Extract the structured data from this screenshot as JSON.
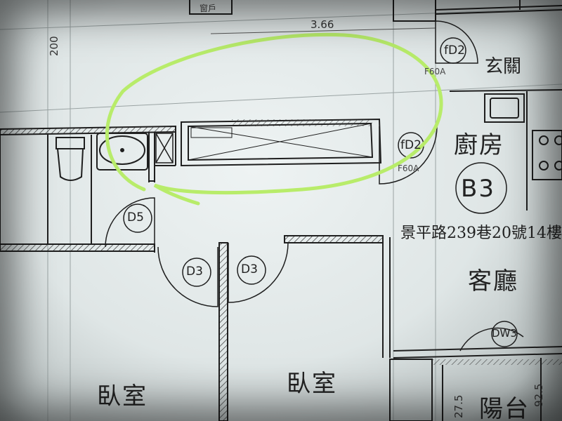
{
  "plan": {
    "dimension_top": "3.66",
    "dimension_left": "200",
    "dimension_bottom_a": "27.5",
    "dimension_bottom_b": "92.5",
    "top_cut_label": "窗戶",
    "door_tags": {
      "fd2_top": "fD2",
      "f60a_top": "F60A",
      "fd2_mid": "fD2",
      "f60a_mid": "F60A",
      "d5": "D5",
      "d3_left": "D3",
      "d3_right": "D3",
      "dw3": "DW3"
    },
    "rooms": {
      "entry": "玄關",
      "kitchen": "廚房",
      "unit": "B3",
      "address": "景平路239巷20號14樓",
      "living": "客廳",
      "bedroom_left": "臥室",
      "bedroom_right": "臥室",
      "balcony": "陽台"
    }
  },
  "annotation": {
    "highlight_color": "#b8ec6a",
    "shape": "ellipse"
  }
}
